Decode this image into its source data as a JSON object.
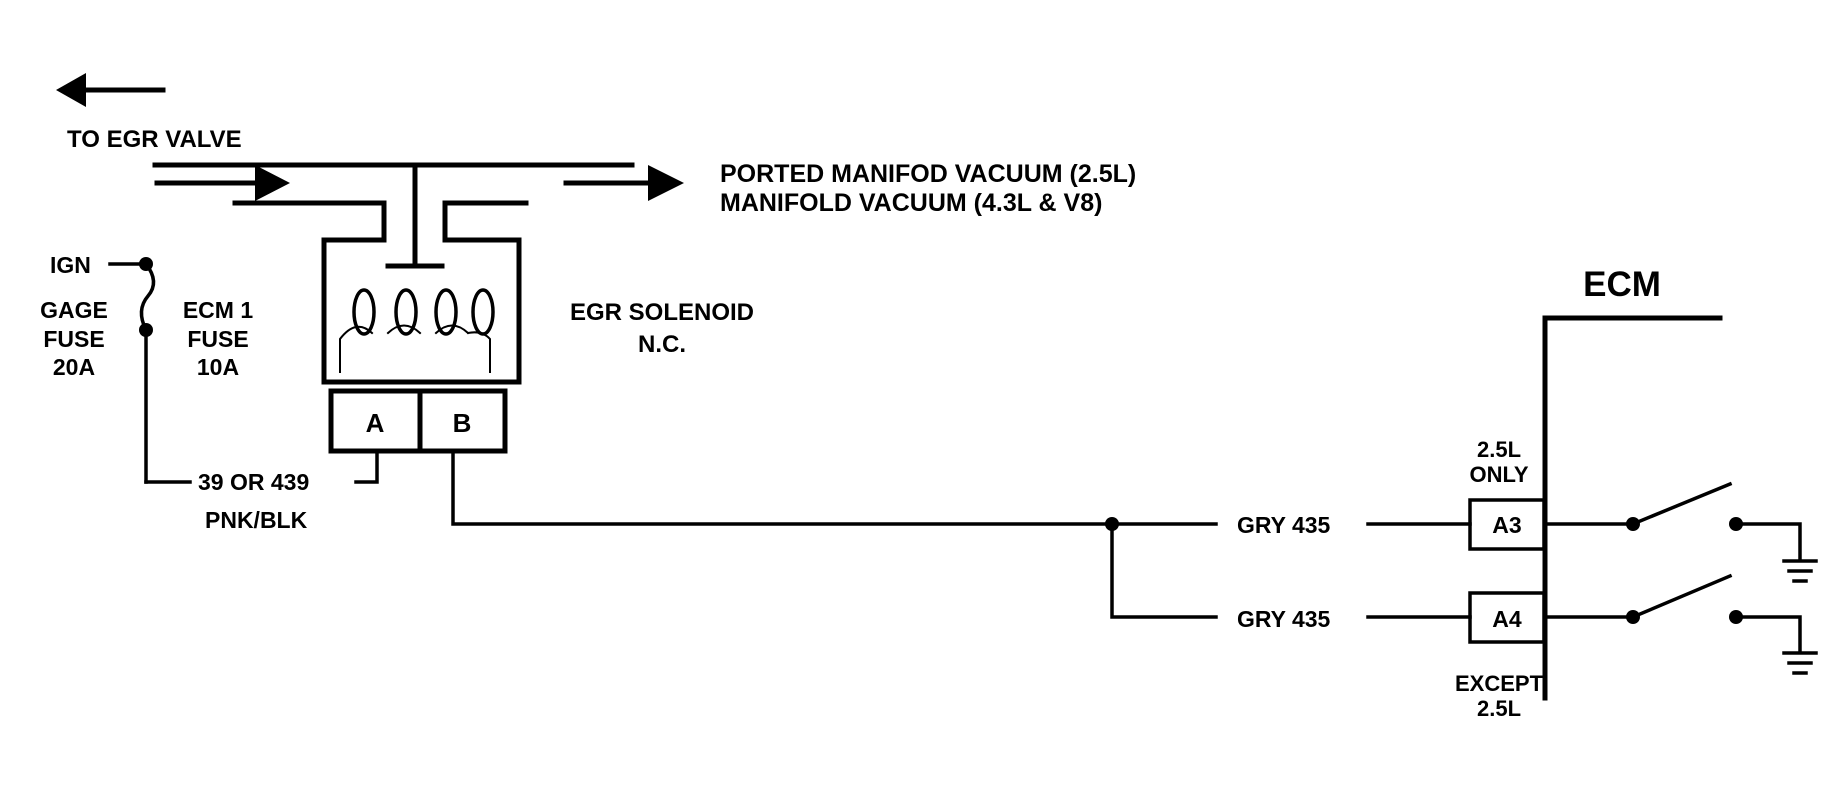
{
  "egr_valve": {
    "label": "TO EGR VALVE"
  },
  "vacuum_source": {
    "line1": "PORTED MANIFOD VACUUM (2.5L)",
    "line2": "MANIFOLD VACUUM (4.3L & V8)"
  },
  "solenoid": {
    "label_line1": "EGR SOLENOID",
    "label_line2": "N.C.",
    "terminal_a": "A",
    "terminal_b": "B"
  },
  "power": {
    "ign_label": "IGN",
    "gage_fuse": [
      "GAGE",
      "FUSE",
      "20A"
    ],
    "ecm_fuse": [
      "ECM 1",
      "FUSE",
      "10A"
    ]
  },
  "wire_a": {
    "circuit": "39 OR 439",
    "color": "PNK/BLK"
  },
  "wire_b": {
    "upper_label": "GRY 435",
    "lower_label": "GRY 435"
  },
  "ecm": {
    "title": "ECM",
    "pin_a3": "A3",
    "pin_a4": "A4",
    "a3_note": [
      "2.5L",
      "ONLY"
    ],
    "a4_note": [
      "EXCEPT",
      "2.5L"
    ]
  }
}
